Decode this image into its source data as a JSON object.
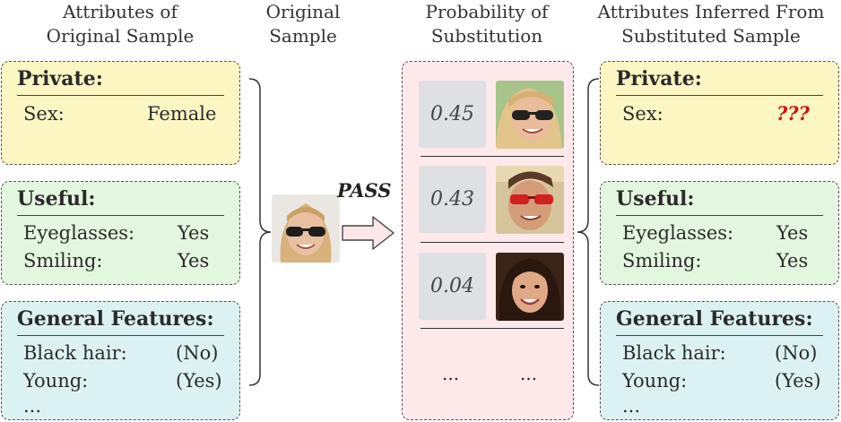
{
  "headers": {
    "col1": [
      "Attributes of",
      "Original Sample"
    ],
    "col2": [
      "Original",
      "Sample"
    ],
    "col3": [
      "Probability of",
      "Substitution"
    ],
    "col4": [
      "Attributes Inferred From",
      "Substituted Sample"
    ]
  },
  "left": {
    "private": {
      "title": "Private:",
      "rows": [
        {
          "label": "Sex:",
          "value": "Female"
        }
      ]
    },
    "useful": {
      "title": "Useful:",
      "rows": [
        {
          "label": "Eyeglasses:",
          "value": "Yes"
        },
        {
          "label": "Smiling:",
          "value": "Yes"
        }
      ]
    },
    "general": {
      "title": "General Features:",
      "rows": [
        {
          "label": "Black hair:",
          "value": "(No)"
        },
        {
          "label": "Young:",
          "value": "(Yes)"
        }
      ],
      "more": "..."
    }
  },
  "arrow_label": "PASS",
  "candidates": [
    {
      "prob": "0.45",
      "face": "blonde woman with sunglasses"
    },
    {
      "prob": "0.43",
      "face": "man with red sunglasses"
    },
    {
      "prob": "0.04",
      "face": "dark-haired woman"
    }
  ],
  "candidates_more": [
    "...",
    "..."
  ],
  "right": {
    "private": {
      "title": "Private:",
      "rows": [
        {
          "label": "Sex:",
          "value": "???"
        }
      ]
    },
    "useful": {
      "title": "Useful:",
      "rows": [
        {
          "label": "Eyeglasses:",
          "value": "Yes"
        },
        {
          "label": "Smiling:",
          "value": "Yes"
        }
      ]
    },
    "general": {
      "title": "General Features:",
      "rows": [
        {
          "label": "Black hair:",
          "value": "(No)"
        },
        {
          "label": "Young:",
          "value": "(Yes)"
        }
      ],
      "more": "..."
    }
  },
  "colors": {
    "private_bg": "#fbf6c2",
    "useful_bg": "#e3f6df",
    "general_bg": "#dcf2f2",
    "candidates_bg": "#fde9ea",
    "unknown_value": "#cc1414"
  }
}
